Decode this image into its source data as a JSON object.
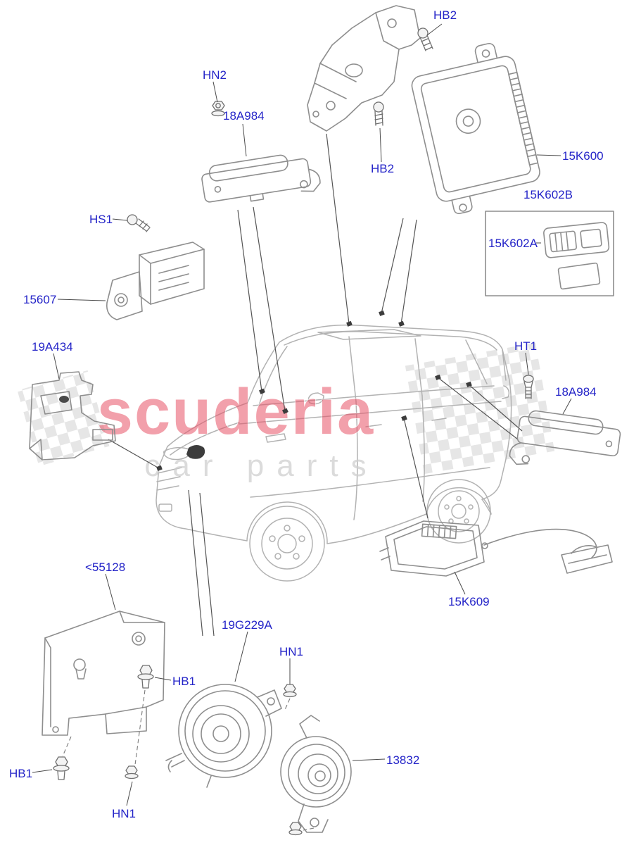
{
  "watermark": {
    "brand": "scuderia",
    "subtitle": "car parts"
  },
  "colors": {
    "label_blue": "#2424c8",
    "line_art_gray": "#8e8e8e",
    "vehicle_gray": "#b2b2b2",
    "watermark_red": "#e85468",
    "watermark_gray": "#cfcfcf"
  },
  "labels": [
    {
      "text": "HB2"
    },
    {
      "text": "HN2"
    },
    {
      "text": "18A984"
    },
    {
      "text": "HB2"
    },
    {
      "text": "15K600"
    },
    {
      "text": "15K602B"
    },
    {
      "text": "15K602A"
    },
    {
      "text": "HS1"
    },
    {
      "text": "15607"
    },
    {
      "text": "19A434"
    },
    {
      "text": "HT1"
    },
    {
      "text": "18A984"
    },
    {
      "text": "<55128"
    },
    {
      "text": "15K609"
    },
    {
      "text": "19G229A"
    },
    {
      "text": "HN1"
    },
    {
      "text": "HB1"
    },
    {
      "text": "HB1"
    },
    {
      "text": "13832"
    },
    {
      "text": "HN1"
    }
  ]
}
